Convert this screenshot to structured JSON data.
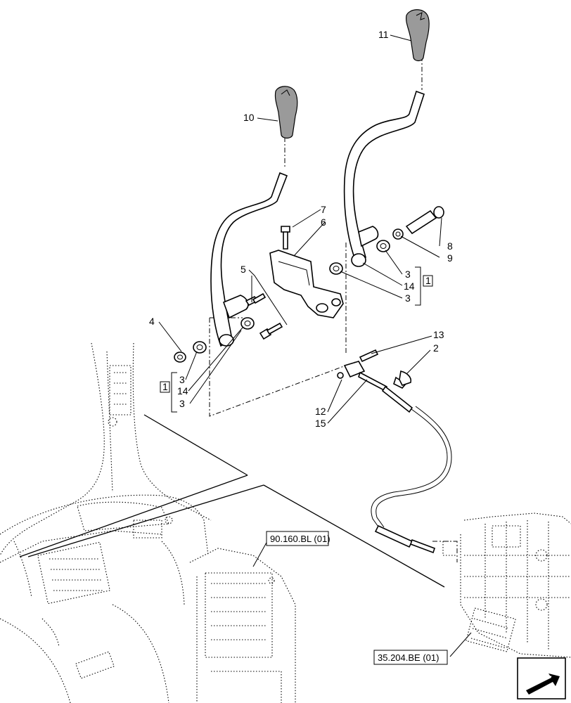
{
  "callouts": {
    "c1": "1",
    "c2": "2",
    "c3": "3",
    "c4": "4",
    "c5": "5",
    "c6": "6",
    "c7": "7",
    "c8": "8",
    "c9": "9",
    "c10": "10",
    "c11": "11",
    "c12": "12",
    "c13": "13",
    "c14": "14",
    "c15": "15"
  },
  "references": {
    "ref_cab": "90.160.BL (01)",
    "ref_transmission": "35.204.BE (01)"
  },
  "icons": {
    "nav": "navigation-arrow-icon"
  }
}
